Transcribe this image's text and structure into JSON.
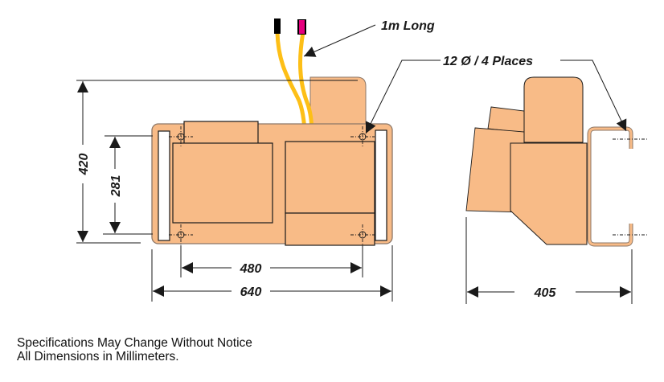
{
  "colors": {
    "body_fill": "#f8bb87",
    "body_edge": "#8c7767",
    "outline": "#1a1a1a",
    "cable": "#fdbf17",
    "cable_tip_black": "#000000",
    "cable_tip_magenta": "#e6007e"
  },
  "annotations": {
    "cable_label": "1m Long",
    "hole_label": "12 Ø / 4 Places"
  },
  "dimensions": {
    "front_width_overall": "640",
    "front_hole_spacing_width": "480",
    "front_height_overall": "420",
    "front_hole_spacing_height": "281",
    "side_depth": "405"
  },
  "icons": {
    "arrowhead": "filled-triangle-arrow",
    "mounting_hole": "crosshair-circle"
  },
  "notes": [
    "Specifications May Change Without Notice",
    "All Dimensions in Millimeters."
  ]
}
